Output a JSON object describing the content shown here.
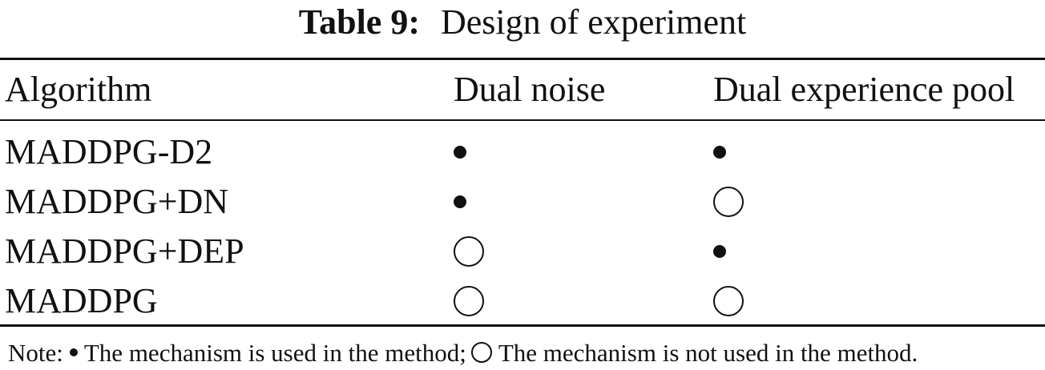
{
  "caption": {
    "label": "Table 9:",
    "title": "Design of experiment"
  },
  "table": {
    "headers": [
      "Algorithm",
      "Dual noise",
      "Dual experience pool"
    ],
    "rows": [
      {
        "algorithm": "MADDPG-D2",
        "dual_noise": "used",
        "dual_experience_pool": "used"
      },
      {
        "algorithm": "MADDPG+DN",
        "dual_noise": "used",
        "dual_experience_pool": "not-used"
      },
      {
        "algorithm": "MADDPG+DEP",
        "dual_noise": "not-used",
        "dual_experience_pool": "used"
      },
      {
        "algorithm": "MADDPG",
        "dual_noise": "not-used",
        "dual_experience_pool": "not-used"
      }
    ]
  },
  "legend": {
    "used_icon": "filled-dot-icon",
    "not_used_icon": "open-circle-icon"
  },
  "note": {
    "prefix": "Note:",
    "used_text": "The mechanism is used in the method;",
    "not_used_text": "The mechanism is not used in the method."
  }
}
